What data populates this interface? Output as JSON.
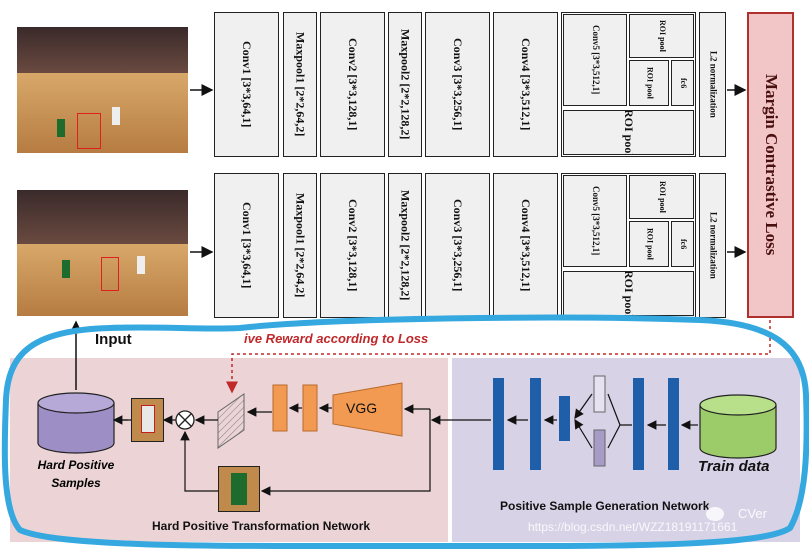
{
  "top_row": {
    "conv1": "Conv1 [3*3,64,1]",
    "maxpool1": "Maxpool1 [2*2,64,2]",
    "conv2": "Conv2 [3*3,128,1]",
    "maxpool2": "Maxpool2 [2*2,128,2]",
    "conv3": "Conv3 [3*3,256,1]",
    "conv4": "Conv4 [3*3,512,1]",
    "conv5": "Conv5 [3*3,512,1]",
    "roi_pool_small": "ROI pool",
    "roi_pool_inner": "ROI pool",
    "fc6": "fc6",
    "roi_pool_big": "ROI pool",
    "l2": "L2 normalization"
  },
  "bottom_row": {
    "conv1": "Conv1 [3*3,64,1]",
    "maxpool1": "Maxpool1 [2*2,64,2]",
    "conv2": "Conv2 [3*3,128,1]",
    "maxpool2": "Maxpool2 [2*2,128,2]",
    "conv3": "Conv3 [3*3,256,1]",
    "conv4": "Conv4 [3*3,512,1]",
    "conv5": "Conv5 [3*3,512,1]",
    "roi_pool_small": "ROI pool",
    "roi_pool_inner": "ROI pool",
    "fc6": "fc6",
    "roi_pool_big": "ROI pool",
    "l2": "L2 normalization"
  },
  "loss_label": "Margin Contrastive Loss",
  "input_label": "Input",
  "reward_label": "ive Reward according to Loss",
  "hard_positive_samples": "Hard Positive Samples",
  "vgg_label": "VGG",
  "train_data": "Train data",
  "hptn_label": "Hard Positive Transformation Network",
  "psgn_label": "Positive Sample Generation Network",
  "watermark_url": "https://blog.csdn.net/WZZ18191171661",
  "watermark_brand": "CVer",
  "colors": {
    "layer_fill": "#f0f0f0",
    "loss_fill": "#f2c6c6",
    "loss_border": "#b03030",
    "reward_red": "#c0282a",
    "hptn_bg": "#ecd4d6",
    "psgn_bg": "#d8d2e6",
    "outline_blue": "#36a8e0",
    "orange": "#f39a52",
    "blue_bar": "#1f5ea8",
    "lavender": "#a79cc8",
    "green_db": "#9ccc6a",
    "purple_db": "#9d8ec6"
  },
  "icons": [
    "multiply-icon",
    "database-icon",
    "spatial-grid-icon",
    "player-thumbnail"
  ]
}
